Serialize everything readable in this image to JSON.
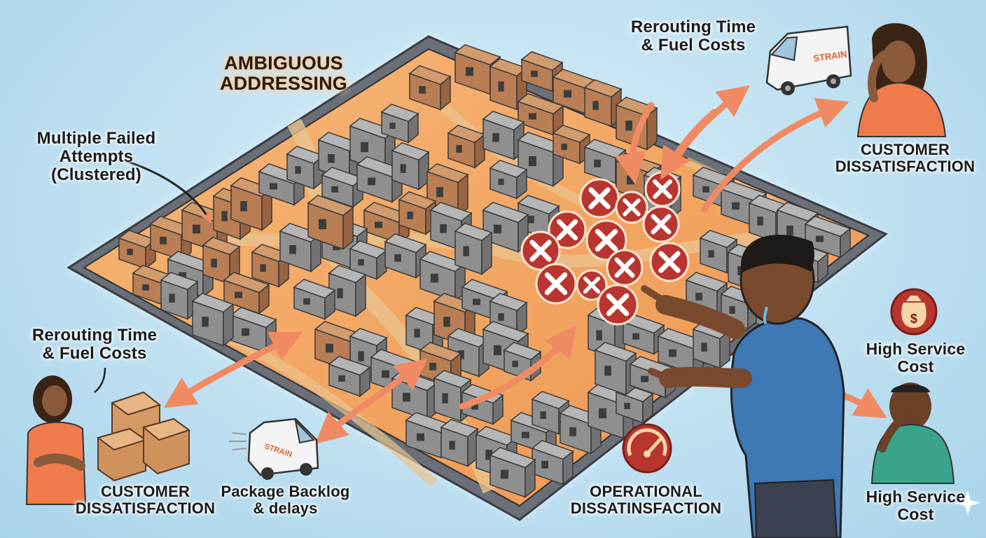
{
  "labels": {
    "ambiguous": [
      "AMBIGUOUS",
      "ADDRESSING"
    ],
    "failed": [
      "Multiple Failed",
      "Attempts",
      "(Clustered)"
    ],
    "reroute_top": [
      "Rerouting Time",
      "& Fuel Costs"
    ],
    "reroute_left": [
      "Rerouting Time",
      "& Fuel Costs"
    ],
    "cust_right": [
      "CUSTOMER",
      "DISSATISFACTION"
    ],
    "cust_left": [
      "CUSTOMER",
      "DISSATISFACTION"
    ],
    "backlog": [
      "Package Backlog",
      "& delays"
    ],
    "operational": [
      "OPERATIONAL",
      "DISSATINSFACTION"
    ],
    "cost_top": [
      "High Service",
      "Cost"
    ],
    "cost_bottom": [
      "High Service",
      "Cost"
    ]
  },
  "van_brand": "STRAIN",
  "money_symbol": "$",
  "colors": {
    "accent_orange": "#f0a36a",
    "map_orange": "#f3a35a",
    "fail_red": "#b8362f",
    "building_grey": "#8f8f8f",
    "building_brown": "#b97e54",
    "arrow_orange": "#f2906b"
  },
  "icons": [
    "failed-attempt-x-icon",
    "money-bag-icon",
    "speedometer-icon",
    "delivery-van-icon",
    "package-boxes-icon"
  ]
}
